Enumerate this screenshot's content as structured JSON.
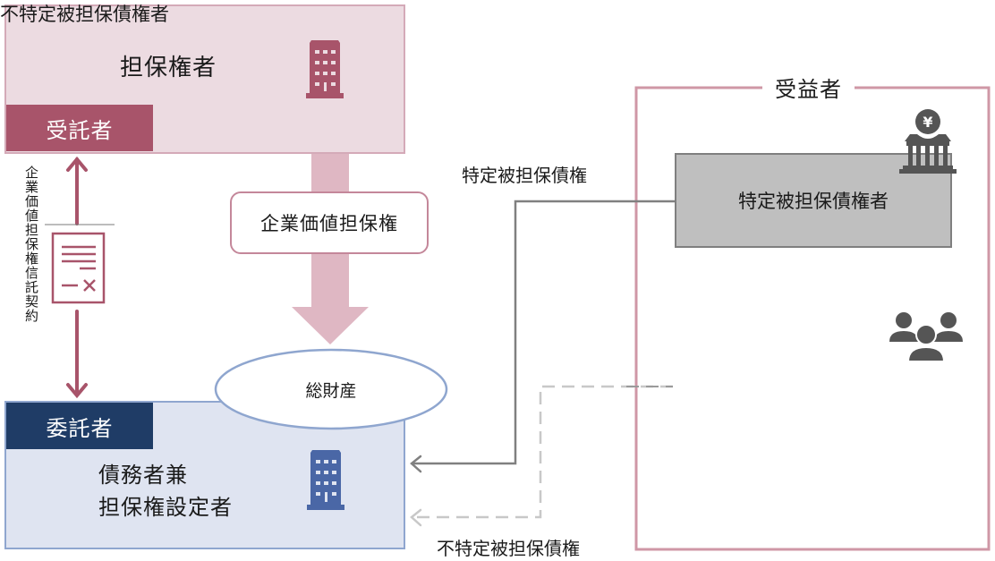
{
  "diagram": {
    "secured_party": {
      "title": "担保権者",
      "role_tag": "受託者",
      "icon": "building-icon",
      "color": "#a8546a"
    },
    "debtor": {
      "title_line1": "債務者兼",
      "title_line2": "担保権設定者",
      "role_tag": "委託者",
      "icon": "building-icon",
      "color": "#1f3c66"
    },
    "contract": {
      "label": "企業価値担保権信託契約",
      "icon": "contract-document-icon"
    },
    "security_right": {
      "label": "企業価値担保権"
    },
    "total_assets": {
      "label": "総財産"
    },
    "beneficiaries": {
      "frame_label": "受益者",
      "specified_creditor": {
        "label": "特定被担保債権者",
        "icon": "bank-yen-icon"
      },
      "unspecified_creditor": {
        "label": "不特定被担保債権者",
        "icon": "people-group-icon"
      }
    },
    "flows": {
      "specified_claim": "特定被担保債権",
      "unspecified_claim": "不特定被担保債権"
    },
    "colors": {
      "pink_fill": "#ecdbe1",
      "pink_border": "#d4aab8",
      "blue_fill": "#dfe4f1",
      "blue_border": "#8fa6cf",
      "frame_border": "#cf97a6",
      "arrow_fill": "#dfb7c3",
      "gray_icon": "#555555"
    }
  }
}
